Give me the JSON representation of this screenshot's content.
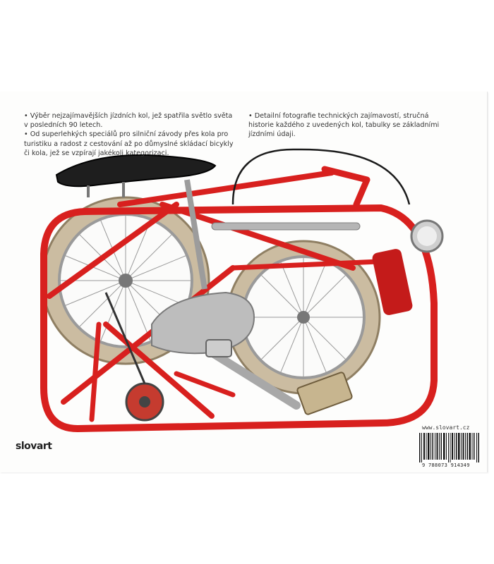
{
  "cover": {
    "bullets_left": [
      "• Výběr nejzajímavějších jízdních kol, jež spatřila světlo světa v posledních 90 letech.",
      "• Od superlehkých speciálů pro silniční závody přes kola pro turistiku a radost z cestování až po důmyslné skládací bicykly či kola, jež se vzpírají jakékoli kategorizaci."
    ],
    "bullets_right": [
      "• Detailní fotografie technických zajímavostí, stručná historie každého z uvedených kol, tabulky se základními jízdními údaji."
    ],
    "publisher": "slovart",
    "website": "www.slovart.cz",
    "isbn_digits": "9 788073 914349",
    "frame_color": "#d8201e",
    "tyre_color": "#c9b89a"
  }
}
